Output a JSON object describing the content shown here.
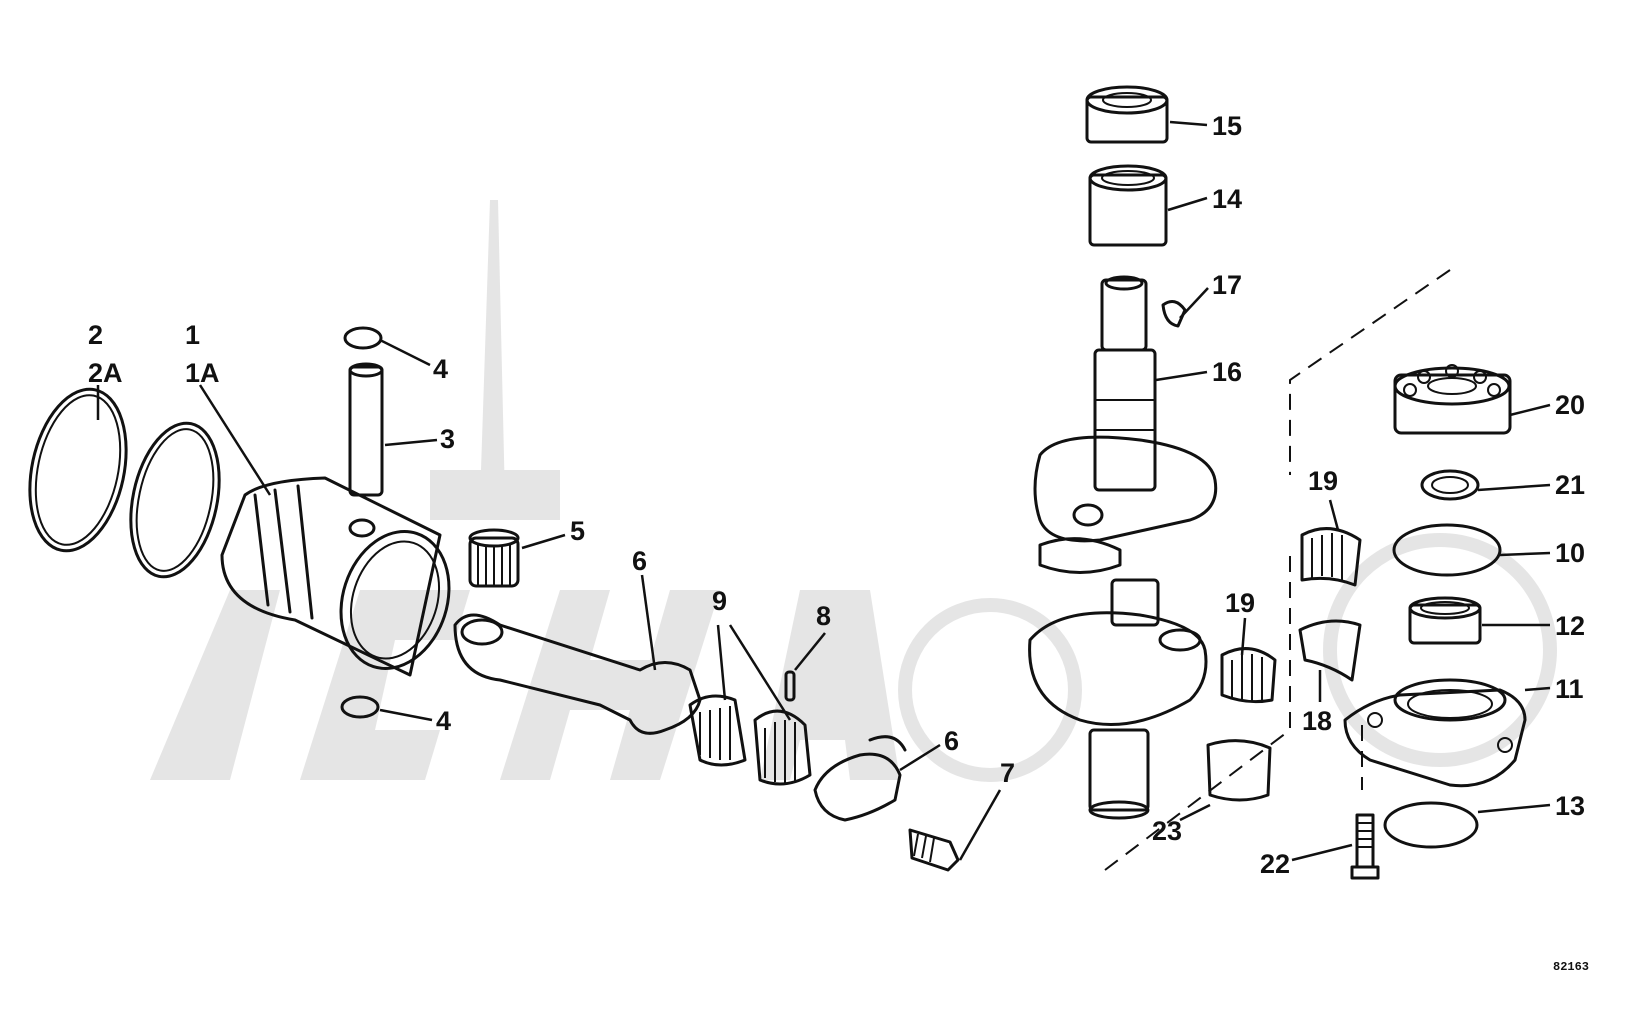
{
  "diagram": {
    "drawing_code": "82163",
    "colors": {
      "line": "#111111",
      "background": "#ffffff",
      "watermark": "#cfcfcf"
    },
    "callouts": [
      {
        "id": "c2",
        "label": "2"
      },
      {
        "id": "c2a",
        "label": "2A"
      },
      {
        "id": "c1",
        "label": "1"
      },
      {
        "id": "c1a",
        "label": "1A"
      },
      {
        "id": "c4a",
        "label": "4"
      },
      {
        "id": "c3",
        "label": "3"
      },
      {
        "id": "c5",
        "label": "5"
      },
      {
        "id": "c6a",
        "label": "6"
      },
      {
        "id": "c9",
        "label": "9"
      },
      {
        "id": "c8",
        "label": "8"
      },
      {
        "id": "c4b",
        "label": "4"
      },
      {
        "id": "c6b",
        "label": "6"
      },
      {
        "id": "c7",
        "label": "7"
      },
      {
        "id": "c15",
        "label": "15"
      },
      {
        "id": "c14",
        "label": "14"
      },
      {
        "id": "c17",
        "label": "17"
      },
      {
        "id": "c16",
        "label": "16"
      },
      {
        "id": "c20",
        "label": "20"
      },
      {
        "id": "c21",
        "label": "21"
      },
      {
        "id": "c19a",
        "label": "19"
      },
      {
        "id": "c10",
        "label": "10"
      },
      {
        "id": "c19b",
        "label": "19"
      },
      {
        "id": "c12",
        "label": "12"
      },
      {
        "id": "c11",
        "label": "11"
      },
      {
        "id": "c18",
        "label": "18"
      },
      {
        "id": "c23",
        "label": "23"
      },
      {
        "id": "c13",
        "label": "13"
      },
      {
        "id": "c22",
        "label": "22"
      }
    ]
  }
}
